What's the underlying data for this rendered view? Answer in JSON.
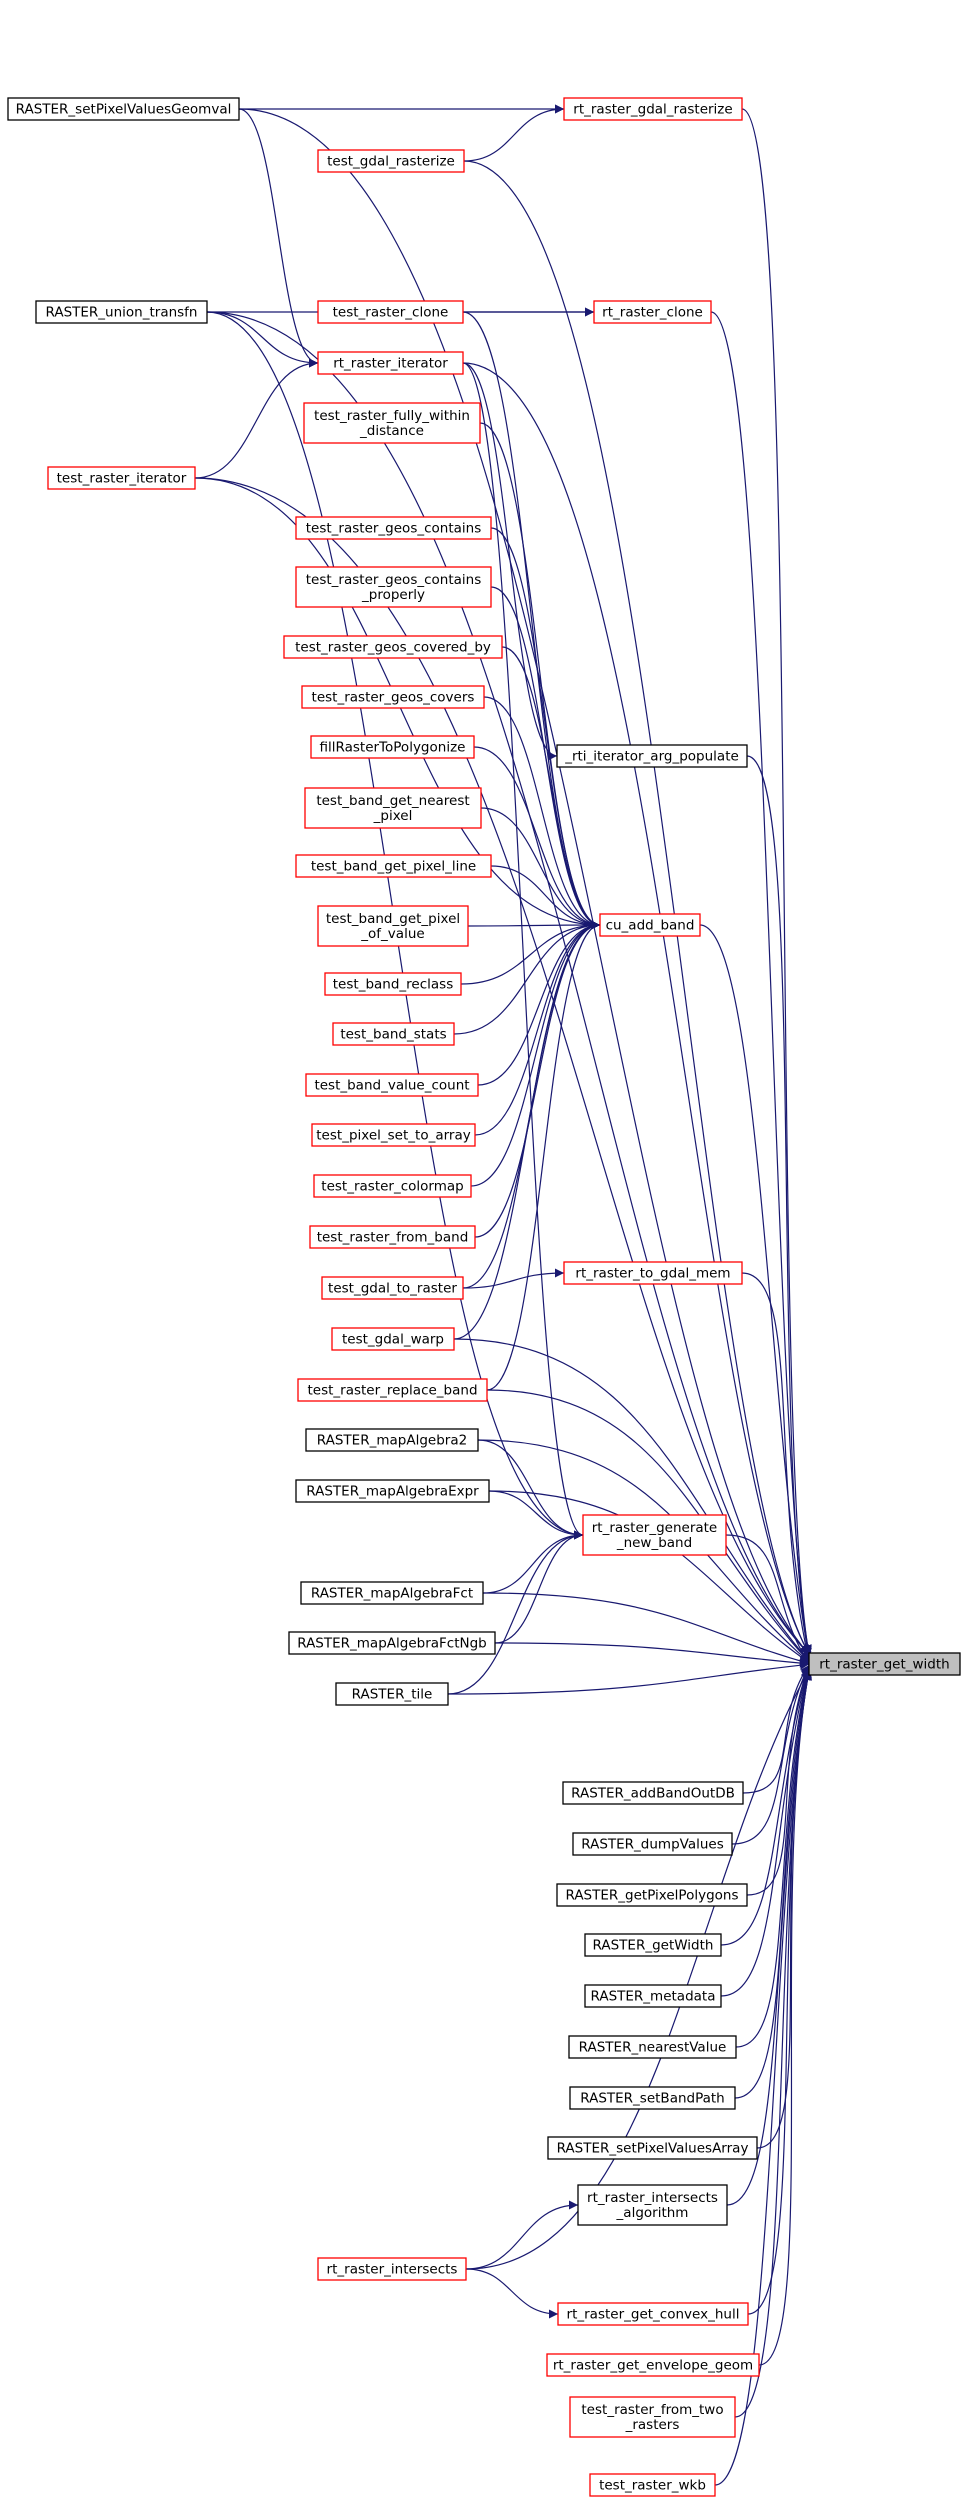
{
  "graph": {
    "nodes": [
      {
        "id": "target",
        "lines": [
          "rt_raster_get_width"
        ],
        "style": "target"
      },
      {
        "id": "setPixelValuesGeomval",
        "lines": [
          "RASTER_setPixelValuesGeomval"
        ],
        "style": "black"
      },
      {
        "id": "gdal_rasterize",
        "lines": [
          "rt_raster_gdal_rasterize"
        ],
        "style": "red"
      },
      {
        "id": "test_gdal_rasterize",
        "lines": [
          "test_gdal_rasterize"
        ],
        "style": "red"
      },
      {
        "id": "union_transfn",
        "lines": [
          "RASTER_union_transfn"
        ],
        "style": "black"
      },
      {
        "id": "test_raster_clone",
        "lines": [
          "test_raster_clone"
        ],
        "style": "red"
      },
      {
        "id": "rt_raster_clone",
        "lines": [
          "rt_raster_clone"
        ],
        "style": "red"
      },
      {
        "id": "rt_raster_iterator",
        "lines": [
          "rt_raster_iterator"
        ],
        "style": "red"
      },
      {
        "id": "test_raster_iterator",
        "lines": [
          "test_raster_iterator"
        ],
        "style": "red"
      },
      {
        "id": "fully_within",
        "lines": [
          "test_raster_fully_within",
          "_distance"
        ],
        "style": "red"
      },
      {
        "id": "geos_contains",
        "lines": [
          "test_raster_geos_contains"
        ],
        "style": "red"
      },
      {
        "id": "geos_contains_properly",
        "lines": [
          "test_raster_geos_contains",
          "_properly"
        ],
        "style": "red"
      },
      {
        "id": "geos_covered_by",
        "lines": [
          "test_raster_geos_covered_by"
        ],
        "style": "red"
      },
      {
        "id": "geos_covers",
        "lines": [
          "test_raster_geos_covers"
        ],
        "style": "red"
      },
      {
        "id": "rti_arg_populate",
        "lines": [
          "_rti_iterator_arg_populate"
        ],
        "style": "black"
      },
      {
        "id": "fillRasterToPolygonize",
        "lines": [
          "fillRasterToPolygonize"
        ],
        "style": "red"
      },
      {
        "id": "nearest_pixel",
        "lines": [
          "test_band_get_nearest",
          "_pixel"
        ],
        "style": "red"
      },
      {
        "id": "pixel_line",
        "lines": [
          "test_band_get_pixel_line"
        ],
        "style": "red"
      },
      {
        "id": "pixel_of_value",
        "lines": [
          "test_band_get_pixel",
          "_of_value"
        ],
        "style": "red"
      },
      {
        "id": "cu_add_band",
        "lines": [
          "cu_add_band"
        ],
        "style": "red"
      },
      {
        "id": "band_reclass",
        "lines": [
          "test_band_reclass"
        ],
        "style": "red"
      },
      {
        "id": "band_stats",
        "lines": [
          "test_band_stats"
        ],
        "style": "red"
      },
      {
        "id": "band_value_count",
        "lines": [
          "test_band_value_count"
        ],
        "style": "red"
      },
      {
        "id": "pixel_set_to_array",
        "lines": [
          "test_pixel_set_to_array"
        ],
        "style": "red"
      },
      {
        "id": "raster_colormap",
        "lines": [
          "test_raster_colormap"
        ],
        "style": "red"
      },
      {
        "id": "raster_from_band",
        "lines": [
          "test_raster_from_band"
        ],
        "style": "red"
      },
      {
        "id": "test_gdal_to_raster",
        "lines": [
          "test_gdal_to_raster"
        ],
        "style": "red"
      },
      {
        "id": "to_gdal_mem",
        "lines": [
          "rt_raster_to_gdal_mem"
        ],
        "style": "red"
      },
      {
        "id": "test_gdal_warp",
        "lines": [
          "test_gdal_warp"
        ],
        "style": "red"
      },
      {
        "id": "replace_band",
        "lines": [
          "test_raster_replace_band"
        ],
        "style": "red"
      },
      {
        "id": "mapAlgebra2",
        "lines": [
          "RASTER_mapAlgebra2"
        ],
        "style": "black"
      },
      {
        "id": "mapAlgebraExpr",
        "lines": [
          "RASTER_mapAlgebraExpr"
        ],
        "style": "black"
      },
      {
        "id": "generate_new_band",
        "lines": [
          "rt_raster_generate",
          "_new_band"
        ],
        "style": "red"
      },
      {
        "id": "mapAlgebraFct",
        "lines": [
          "RASTER_mapAlgebraFct"
        ],
        "style": "black"
      },
      {
        "id": "mapAlgebraFctNgb",
        "lines": [
          "RASTER_mapAlgebraFctNgb"
        ],
        "style": "black"
      },
      {
        "id": "raster_tile",
        "lines": [
          "RASTER_tile"
        ],
        "style": "black"
      },
      {
        "id": "addBandOutDB",
        "lines": [
          "RASTER_addBandOutDB"
        ],
        "style": "black"
      },
      {
        "id": "dumpValues",
        "lines": [
          "RASTER_dumpValues"
        ],
        "style": "black"
      },
      {
        "id": "getPixelPolygons",
        "lines": [
          "RASTER_getPixelPolygons"
        ],
        "style": "black"
      },
      {
        "id": "getWidth",
        "lines": [
          "RASTER_getWidth"
        ],
        "style": "black"
      },
      {
        "id": "metadata",
        "lines": [
          "RASTER_metadata"
        ],
        "style": "black"
      },
      {
        "id": "nearestValue",
        "lines": [
          "RASTER_nearestValue"
        ],
        "style": "black"
      },
      {
        "id": "setBandPath",
        "lines": [
          "RASTER_setBandPath"
        ],
        "style": "black"
      },
      {
        "id": "setPixelValuesArray",
        "lines": [
          "RASTER_setPixelValuesArray"
        ],
        "style": "black"
      },
      {
        "id": "intersects_algorithm",
        "lines": [
          "rt_raster_intersects",
          "_algorithm"
        ],
        "style": "black"
      },
      {
        "id": "rt_raster_intersects",
        "lines": [
          "rt_raster_intersects"
        ],
        "style": "red"
      },
      {
        "id": "convex_hull",
        "lines": [
          "rt_raster_get_convex_hull"
        ],
        "style": "red"
      },
      {
        "id": "envelope_geom",
        "lines": [
          "rt_raster_get_envelope_geom"
        ],
        "style": "red"
      },
      {
        "id": "from_two_rasters",
        "lines": [
          "test_raster_from_two",
          "_rasters"
        ],
        "style": "red"
      },
      {
        "id": "raster_wkb",
        "lines": [
          "test_raster_wkb"
        ],
        "style": "red"
      }
    ],
    "edges": [
      [
        "setPixelValuesGeomval",
        "target"
      ],
      [
        "setPixelValuesGeomval",
        "gdal_rasterize"
      ],
      [
        "setPixelValuesGeomval",
        "rt_raster_iterator"
      ],
      [
        "gdal_rasterize",
        "target"
      ],
      [
        "test_gdal_rasterize",
        "gdal_rasterize"
      ],
      [
        "test_gdal_rasterize",
        "target"
      ],
      [
        "union_transfn",
        "target"
      ],
      [
        "union_transfn",
        "rt_raster_clone"
      ],
      [
        "union_transfn",
        "rt_raster_iterator"
      ],
      [
        "union_transfn",
        "generate_new_band"
      ],
      [
        "test_raster_clone",
        "rt_raster_clone"
      ],
      [
        "test_raster_clone",
        "cu_add_band"
      ],
      [
        "rt_raster_clone",
        "target"
      ],
      [
        "rt_raster_iterator",
        "target"
      ],
      [
        "rt_raster_iterator",
        "rti_arg_populate"
      ],
      [
        "rt_raster_iterator",
        "generate_new_band"
      ],
      [
        "test_raster_iterator",
        "rt_raster_iterator"
      ],
      [
        "test_raster_iterator",
        "cu_add_band"
      ],
      [
        "test_raster_iterator",
        "target"
      ],
      [
        "fully_within",
        "cu_add_band"
      ],
      [
        "geos_contains",
        "cu_add_band"
      ],
      [
        "geos_contains_properly",
        "cu_add_band"
      ],
      [
        "geos_covered_by",
        "cu_add_band"
      ],
      [
        "geos_covers",
        "cu_add_band"
      ],
      [
        "rti_arg_populate",
        "target"
      ],
      [
        "fillRasterToPolygonize",
        "cu_add_band"
      ],
      [
        "nearest_pixel",
        "cu_add_band"
      ],
      [
        "pixel_line",
        "cu_add_band"
      ],
      [
        "pixel_of_value",
        "cu_add_band"
      ],
      [
        "cu_add_band",
        "target"
      ],
      [
        "band_reclass",
        "cu_add_band"
      ],
      [
        "band_stats",
        "cu_add_band"
      ],
      [
        "band_value_count",
        "cu_add_band"
      ],
      [
        "pixel_set_to_array",
        "cu_add_band"
      ],
      [
        "raster_colormap",
        "cu_add_band"
      ],
      [
        "raster_from_band",
        "cu_add_band"
      ],
      [
        "test_gdal_to_raster",
        "to_gdal_mem"
      ],
      [
        "test_gdal_to_raster",
        "cu_add_band"
      ],
      [
        "to_gdal_mem",
        "target"
      ],
      [
        "test_gdal_warp",
        "target"
      ],
      [
        "test_gdal_warp",
        "cu_add_band"
      ],
      [
        "replace_band",
        "cu_add_band"
      ],
      [
        "replace_band",
        "target"
      ],
      [
        "mapAlgebra2",
        "generate_new_band"
      ],
      [
        "mapAlgebra2",
        "target"
      ],
      [
        "mapAlgebraExpr",
        "generate_new_band"
      ],
      [
        "mapAlgebraExpr",
        "target"
      ],
      [
        "generate_new_band",
        "target"
      ],
      [
        "mapAlgebraFct",
        "generate_new_band"
      ],
      [
        "mapAlgebraFct",
        "target"
      ],
      [
        "mapAlgebraFctNgb",
        "generate_new_band"
      ],
      [
        "mapAlgebraFctNgb",
        "target"
      ],
      [
        "raster_tile",
        "generate_new_band"
      ],
      [
        "raster_tile",
        "target"
      ],
      [
        "addBandOutDB",
        "target"
      ],
      [
        "dumpValues",
        "target"
      ],
      [
        "getPixelPolygons",
        "target"
      ],
      [
        "getWidth",
        "target"
      ],
      [
        "metadata",
        "target"
      ],
      [
        "nearestValue",
        "target"
      ],
      [
        "setBandPath",
        "target"
      ],
      [
        "setPixelValuesArray",
        "target"
      ],
      [
        "intersects_algorithm",
        "target"
      ],
      [
        "rt_raster_intersects",
        "intersects_algorithm"
      ],
      [
        "rt_raster_intersects",
        "convex_hull"
      ],
      [
        "rt_raster_intersects",
        "target"
      ],
      [
        "convex_hull",
        "target"
      ],
      [
        "envelope_geom",
        "target"
      ],
      [
        "from_two_rasters",
        "target"
      ],
      [
        "raster_wkb",
        "target"
      ]
    ]
  },
  "colors": {
    "edge": "#191970",
    "red_border": "#ff0000",
    "black_border": "#000000",
    "target_fill": "#bfbfbf",
    "target_border": "#000000",
    "node_fill": "#ffffff"
  }
}
